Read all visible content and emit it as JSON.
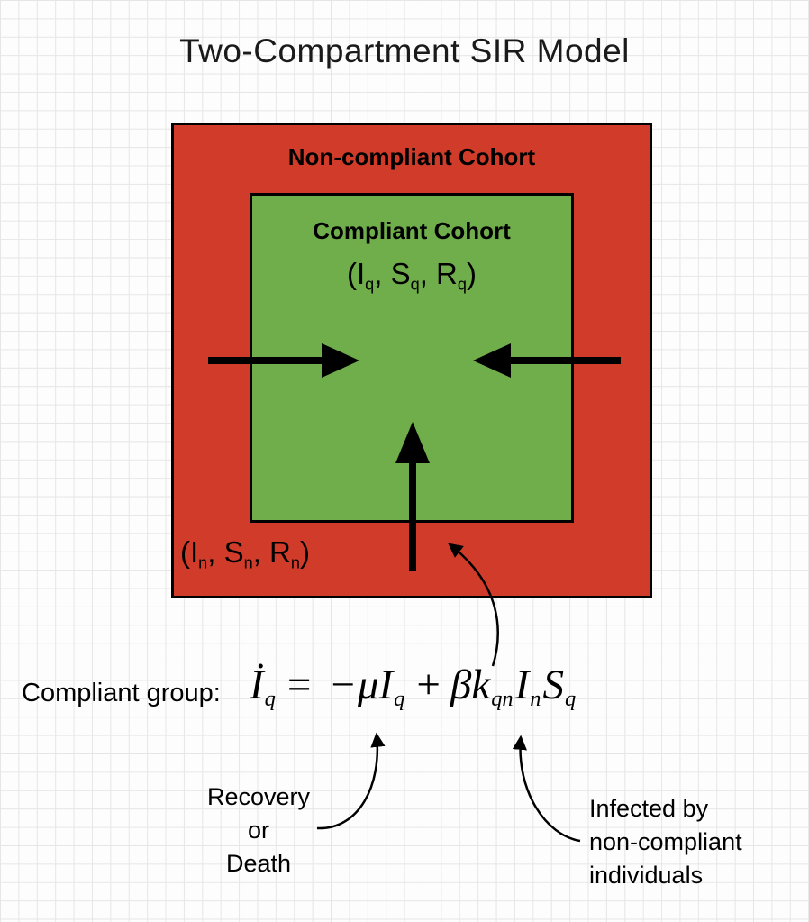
{
  "title": "Two-Compartment SIR Model",
  "outer_box": {
    "label": "Non-compliant Cohort",
    "color": "#d13b2a",
    "state": {
      "p1": "(I",
      "s1": "n",
      "p2": ", S",
      "s2": "n",
      "p3": ", R",
      "s3": "n",
      "p4": ")"
    }
  },
  "inner_box": {
    "label": "Compliant Cohort",
    "color": "#6fae4b",
    "state": {
      "p1": "(I",
      "s1": "q",
      "p2": ", S",
      "s2": "q",
      "p3": ", R",
      "s3": "q",
      "p4": ")"
    }
  },
  "equation": {
    "label": "Compliant group:",
    "lhs": "İ",
    "lhs_sub": "q",
    "equals": "=",
    "minus": "−",
    "mu": "μ",
    "i1": "I",
    "i1_sub": "q",
    "plus": "+",
    "beta": "β",
    "k": "k",
    "k_sub": "qn",
    "i2": "I",
    "i2_sub": "n",
    "s": "S",
    "s_sub": "q"
  },
  "annotations": {
    "recovery": {
      "line1": "Recovery",
      "line2": "or",
      "line3": "Death"
    },
    "infected": {
      "line1": "Infected by",
      "line2": "non-compliant",
      "line3": "individuals"
    }
  },
  "arrow_color": "#000000"
}
